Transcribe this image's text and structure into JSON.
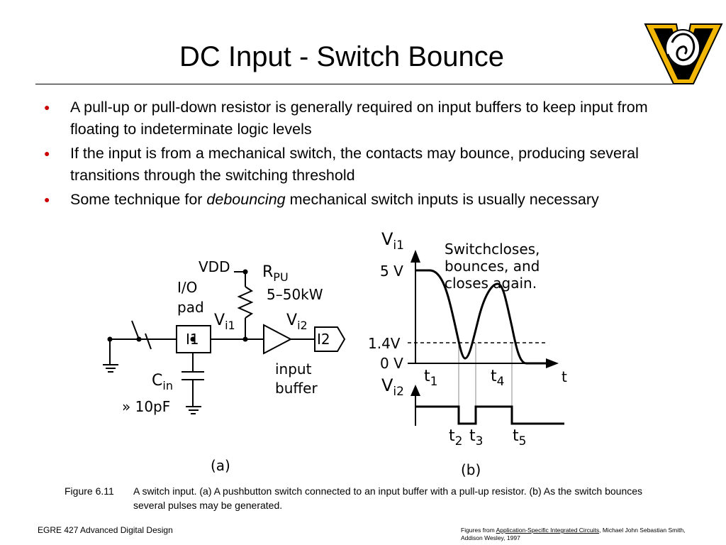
{
  "slide": {
    "title": "DC Input - Switch Bounce",
    "bullets": [
      {
        "before": "A pull-up or pull-down resistor is generally required on input buffers to keep input from floating to indeterminate logic levels",
        "emph": "",
        "after": ""
      },
      {
        "before": "If the input is from a mechanical switch, the contacts may bounce, producing several transitions through the switching threshold",
        "emph": "",
        "after": ""
      },
      {
        "before": "Some technique for ",
        "emph": "debouncing",
        "after": " mechanical switch inputs is usually necessary"
      }
    ],
    "colors": {
      "bullet": "#cc0000",
      "logo_gold": "#f2b705",
      "text": "#000000"
    }
  },
  "circuit": {
    "vdd": "VDD",
    "rpu": "R",
    "rpu_sub": "PU",
    "rpu_value": "5–50kW",
    "io_pad_line1": "I/O",
    "io_pad_line2": "pad",
    "vi1": "V",
    "vi1_sub": "i1",
    "vi2": "V",
    "vi2_sub": "i2",
    "block_i1": "I1",
    "block_i2": "I2",
    "cin": "C",
    "cin_sub": "in",
    "cin_value": "» 10pF",
    "buffer_line1": "input",
    "buffer_line2": "buffer",
    "label": "(a)"
  },
  "waveform": {
    "vi1": "V",
    "vi1_sub": "i1",
    "note_line1": "Switchcloses,",
    "note_line2": "bounces, and",
    "note_line3": "closes again.",
    "level_5v": "5 V",
    "level_threshold": "1.4V",
    "level_0v": "0 V",
    "t_axis": "t",
    "t1": "t",
    "t1_sub": "1",
    "t2": "t",
    "t2_sub": "2",
    "t3": "t",
    "t3_sub": "3",
    "t4": "t",
    "t4_sub": "4",
    "t5": "t",
    "t5_sub": "5",
    "vi2": "V",
    "vi2_sub": "i2",
    "label": "(b)"
  },
  "caption": {
    "number": "Figure 6.11",
    "text": "A switch input. (a) A pushbutton switch connected to an input buffer with a pull-up resistor. (b) As the switch bounces several pulses may be generated."
  },
  "footer": {
    "course": "EGRE 427 Advanced Digital Design",
    "credit_prefix": "Figures from ",
    "credit_link": "Application-Specific Integrated Circuits",
    "credit_suffix": ", Michael John Sebastian Smith, Addison Wesley, 1997"
  }
}
